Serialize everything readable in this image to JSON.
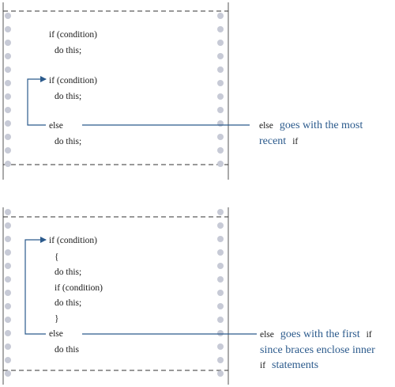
{
  "colors": {
    "accent": "#2b5a8c",
    "hole": "#c7cad6",
    "border": "#555555",
    "text": "#1a1a1a"
  },
  "panels": [
    {
      "code_lines": [
        "if (condition)",
        "do this;",
        "if (condition)",
        "do this;",
        "else",
        "do this;"
      ],
      "annotation": {
        "line1": {
          "kw1": "else",
          "text": "goes with the most"
        },
        "line2": {
          "text": "recent",
          "kw2": "if"
        }
      }
    },
    {
      "code_lines": [
        "if (condition)",
        "{",
        "do this;",
        "if (condition)",
        "do this;",
        "}",
        "else",
        "do this"
      ],
      "annotation": {
        "line1": {
          "kw1": "else",
          "text": "goes with the first",
          "kw2": "if"
        },
        "line2": {
          "text": "since braces enclose inner"
        },
        "line3": {
          "kw1": "if",
          "text": "statements"
        }
      }
    }
  ]
}
